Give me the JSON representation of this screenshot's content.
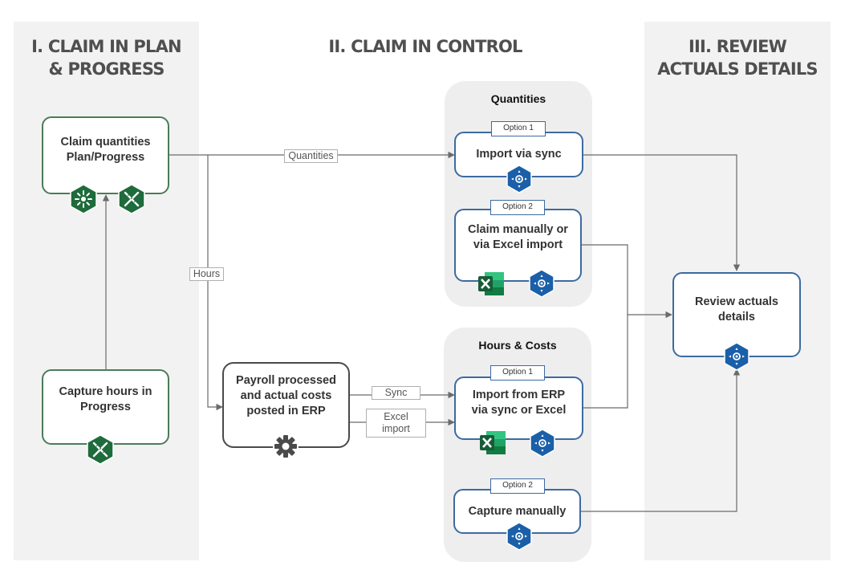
{
  "columns": [
    {
      "title": "I. CLAIM IN PLAN & PROGRESS"
    },
    {
      "title": "II. CLAIM IN CONTROL"
    },
    {
      "title": "III. REVIEW ACTUALS DETAILS"
    }
  ],
  "col1": {
    "claim_box": {
      "line1": "Claim quantities",
      "line2": "Plan/Progress"
    },
    "capture_box": {
      "line1": "Capture hours in",
      "line2": "Progress"
    }
  },
  "payroll_box": {
    "line1": "Payroll processed",
    "line2": "and actual costs",
    "line3": "posted in ERP"
  },
  "quantities_group": {
    "title": "Quantities",
    "option1": {
      "tag": "Option 1",
      "label": "Import via sync"
    },
    "option2": {
      "tag": "Option 2",
      "line1": "Claim manually or",
      "line2": "via Excel import"
    }
  },
  "hours_group": {
    "title": "Hours & Costs",
    "option1": {
      "tag": "Option 1",
      "line1": "Import from ERP",
      "line2": "via sync or Excel"
    },
    "option2": {
      "tag": "Option 2",
      "label": "Capture manually"
    }
  },
  "review_box": {
    "line1": "Review actuals",
    "line2": "details"
  },
  "edge_labels": {
    "quantities": "Quantities",
    "hours": "Hours",
    "sync": "Sync",
    "excel_line1": "Excel",
    "excel_line2": "import"
  },
  "icons": {
    "plan": "sunburst-hexagon-icon",
    "progress": "ruler-pencil-hexagon-icon",
    "control": "compass-hexagon-icon",
    "excel": "excel-icon",
    "erp": "gear-icon"
  },
  "colors": {
    "green": "#1e6b3c",
    "blue": "#1a5fa8",
    "excel_green": "#217346",
    "column_bg": "#f2f2f2"
  }
}
